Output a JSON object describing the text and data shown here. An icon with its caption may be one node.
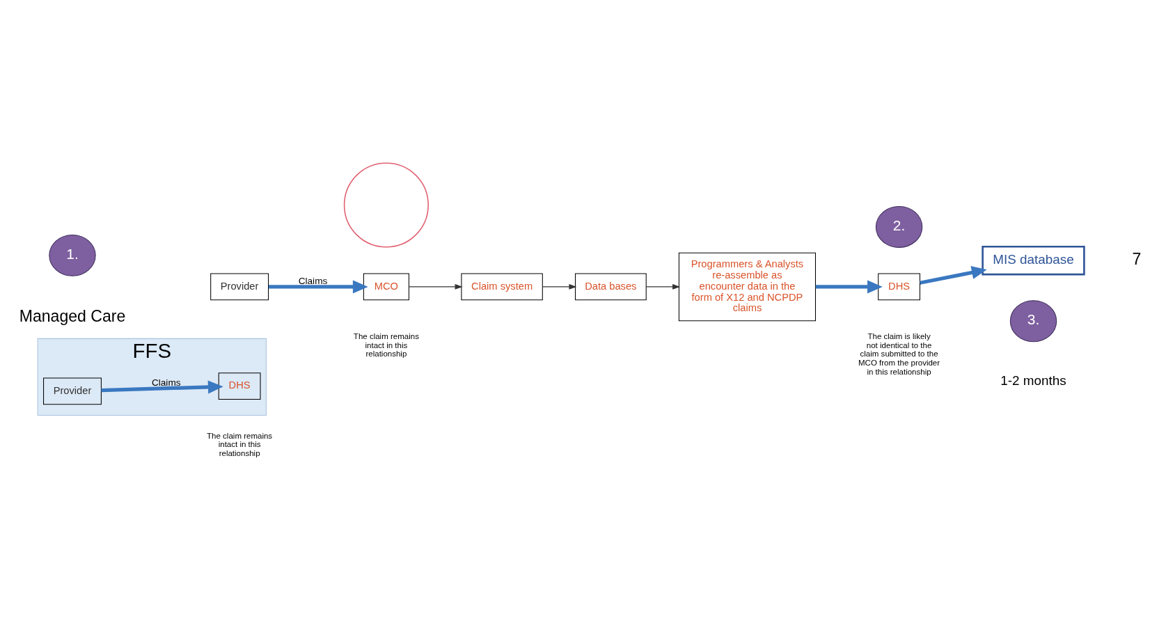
{
  "diagram": {
    "nodes": [
      {
        "text": [
          "FFS"
        ]
      },
      {
        "text": [
          "Provider"
        ],
        "in": 0
      },
      {
        "text": [
          "DHS"
        ],
        "in": 0
      },
      {
        "text": [
          "MIS database"
        ]
      },
      {
        "text": [
          "1."
        ]
      },
      {
        "text": [
          "2."
        ]
      },
      {
        "text": [
          "3."
        ],
        "beside": [
          "1-2 months"
        ]
      },
      {
        "text": [
          "Provider"
        ]
      },
      {
        "text": [],
        "shape": "circle"
      },
      {
        "text": [
          "MCO"
        ]
      },
      {
        "text": [
          "Claim system"
        ]
      },
      {
        "text": [
          "Data bases"
        ]
      },
      {
        "text": [
          "Programmers & Analysts re-assemble as encounter data in the form of X12 and NCPDP claims"
        ]
      },
      {
        "text": [
          "DHS"
        ]
      }
    ],
    "edges": [
      {
        "from": 1,
        "to": 2,
        "arrow": "to",
        "label": "Claims"
      },
      {
        "from": 7,
        "to": 9,
        "arrow": "to",
        "label": "Claims"
      },
      {
        "from": 9,
        "to": 10,
        "arrow": "to",
        "color": "#333333"
      },
      {
        "from": 10,
        "to": 11,
        "arrow": "to",
        "color": "#333333"
      },
      {
        "from": 11,
        "to": 12,
        "arrow": "to",
        "color": "#333333"
      },
      {
        "from": 12,
        "to": 13,
        "arrow": "to"
      },
      {
        "from": 13,
        "to": 3,
        "arrow": "to"
      }
    ],
    "labels": [
      "Managed Care",
      "The claim remains intact in this relationship",
      "The claim remains intact in this relationship",
      "The claim is likely not identical to the claim submitted to the MCO from the provider in this relationship",
      "7"
    ]
  }
}
